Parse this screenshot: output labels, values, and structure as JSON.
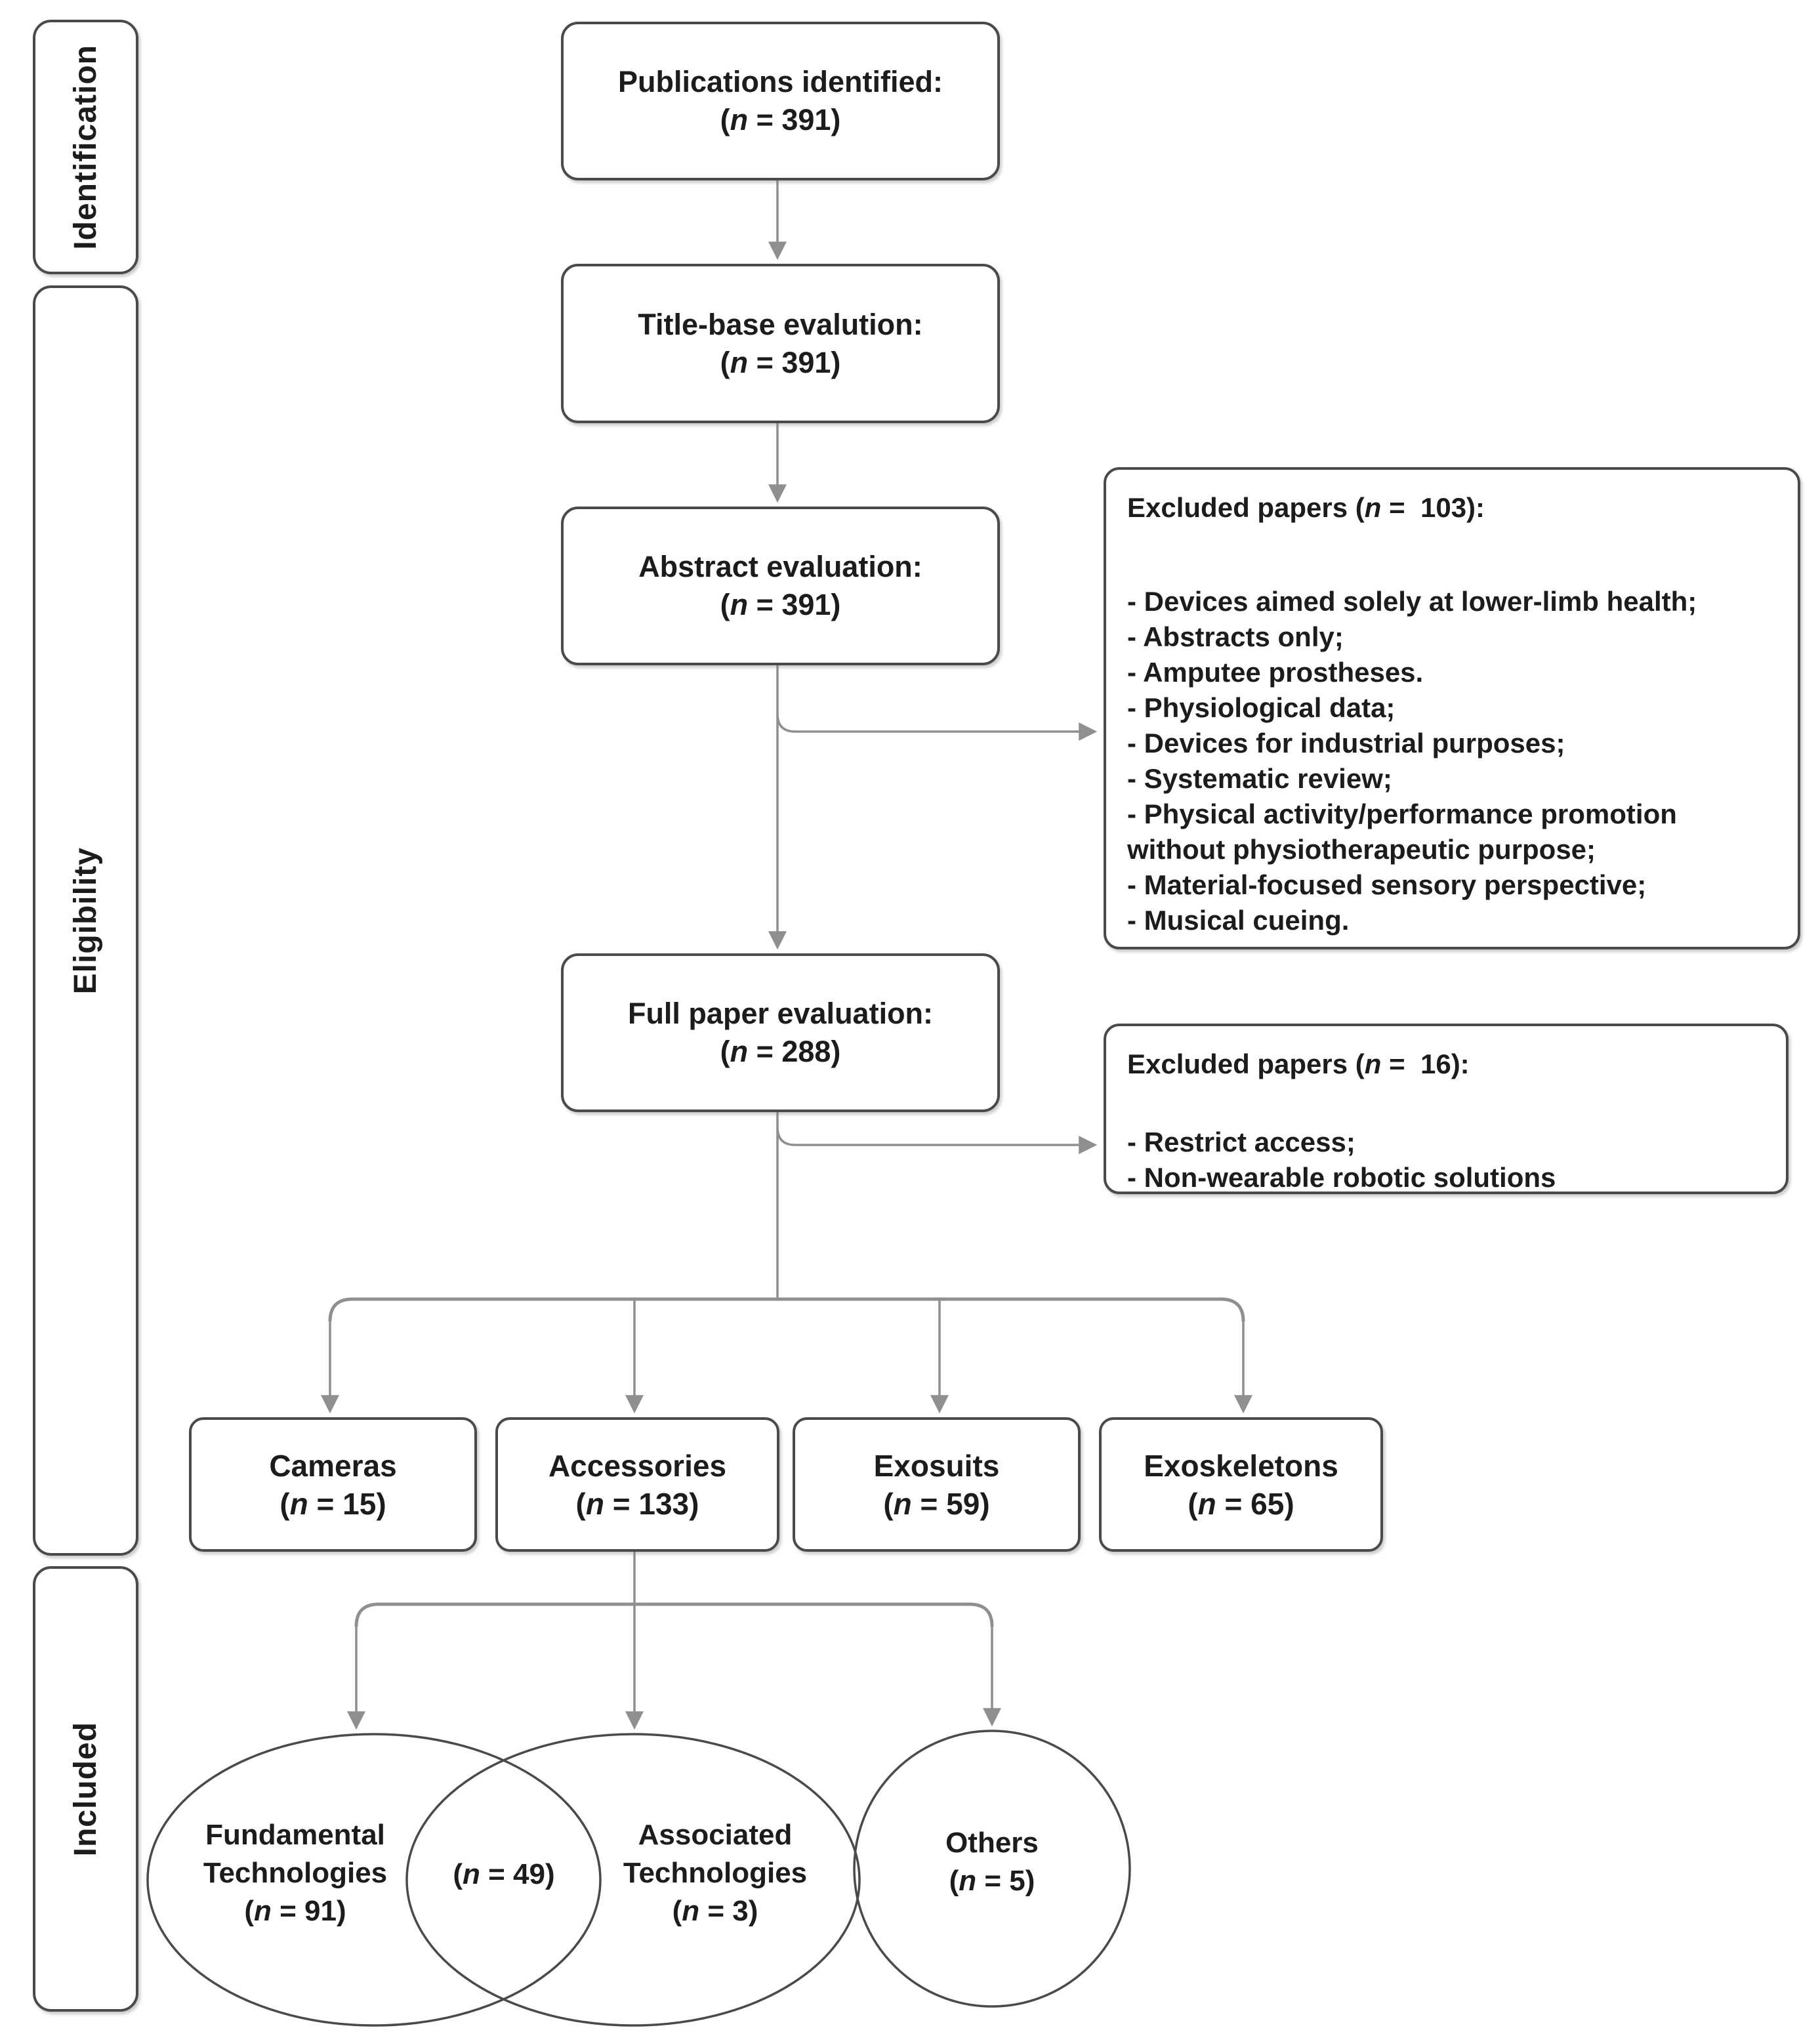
{
  "colors": {
    "border": "#4a4a4a",
    "arrow": "#8f8f8f",
    "text": "#1c1c1c",
    "background": "#ffffff"
  },
  "sidebar": {
    "identification": "Identification",
    "eligibility": "Eligibility",
    "included": "Included"
  },
  "flow": {
    "publications": {
      "label": "Publications identified:",
      "count": "(n = 391)"
    },
    "title_base": {
      "label": "Title-base evalution:",
      "count": "(n = 391)"
    },
    "abstract": {
      "label": "Abstract evaluation:",
      "count": "(n = 391)"
    },
    "full_paper": {
      "label": "Full paper evaluation:",
      "count": "(n = 288)"
    }
  },
  "excluded_103": {
    "title": "Excluded papers (n =  103):",
    "items": [
      "- Devices aimed solely at lower-limb health;",
      "- Abstracts only;",
      "- Amputee prostheses.",
      "- Physiological data;",
      "- Devices for industrial purposes;",
      "- Systematic review;",
      "- Physical activity/performance promotion without physiotherapeutic purpose;",
      "- Material-focused sensory perspective;",
      "- Musical cueing."
    ]
  },
  "excluded_16": {
    "title": "Excluded papers (n =  16):",
    "items": [
      "- Restrict access;",
      "- Non-wearable robotic solutions"
    ]
  },
  "categories": [
    {
      "label": "Cameras",
      "count": "(n = 15)"
    },
    {
      "label": "Accessories",
      "count": "(n = 133)"
    },
    {
      "label": "Exosuits",
      "count": "(n = 59)"
    },
    {
      "label": "Exoskeletons",
      "count": "(n = 65)"
    }
  ],
  "venn": {
    "fundamental": {
      "label": "Fundamental Technologies",
      "count": "(n = 91)"
    },
    "overlap_count": "(n = 49)",
    "associated": {
      "label": "Associated Technologies",
      "count": "(n = 3)"
    },
    "others": {
      "label": "Others",
      "count": "(n = 5)"
    }
  }
}
